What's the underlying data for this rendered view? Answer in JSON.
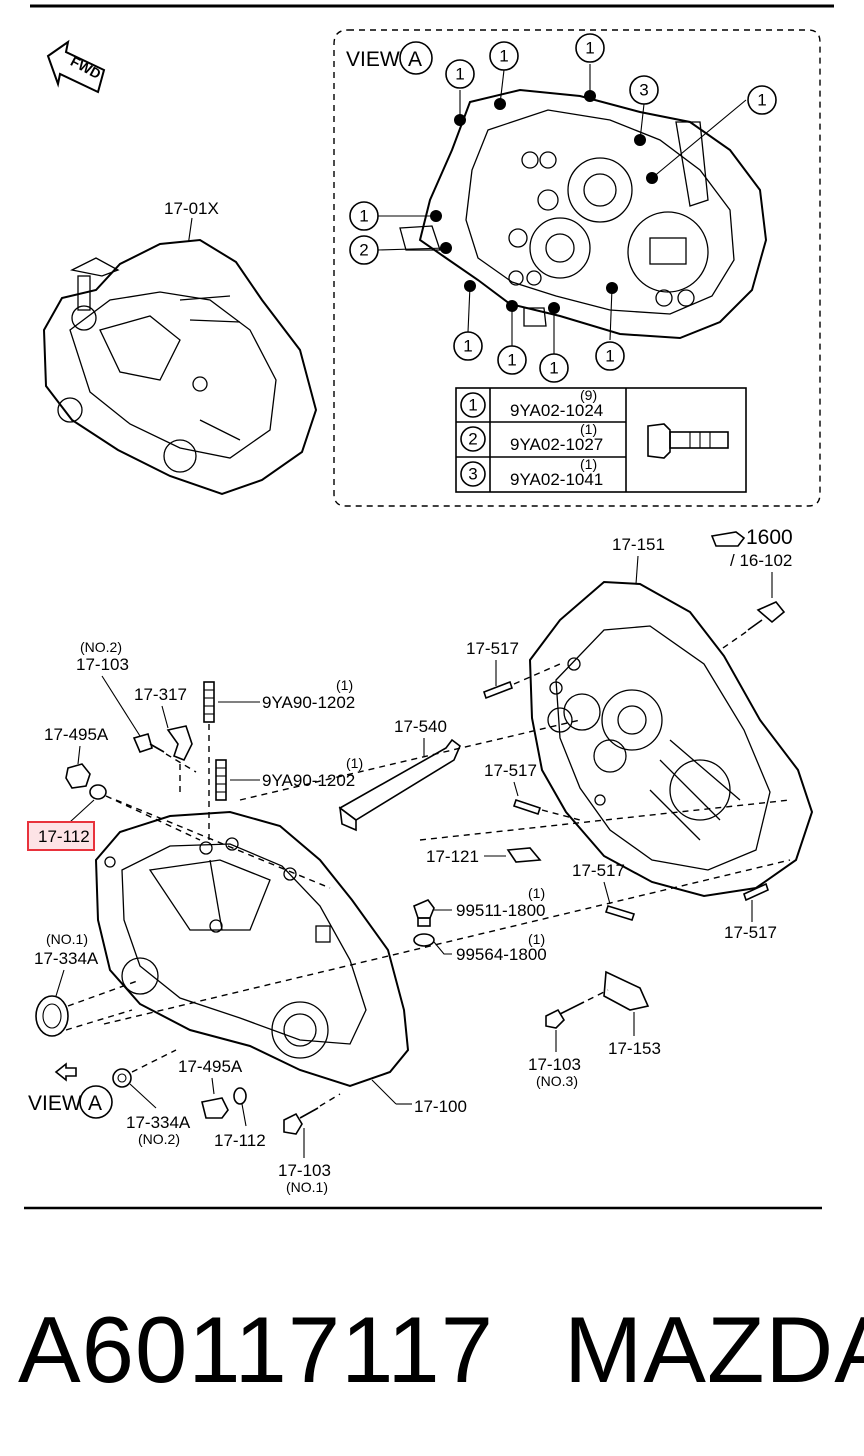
{
  "labels": {
    "fwd": "FWD",
    "view_a_top": "VIEW",
    "view_a_bottom": "VIEW",
    "view_letter": "A",
    "assy_top": "17-01X",
    "ref_1600": "1600",
    "ref_16_102": "/ 16-102",
    "p_17_151": "17-151",
    "p_17_517_a": "17-517",
    "p_17_517_b": "17-517",
    "p_17_517_c": "17-517",
    "p_17_517_d": "17-517",
    "p_17_540": "17-540",
    "p_17_121": "17-121",
    "p_99511": "99511-1800",
    "p_99511_qty": "(1)",
    "p_99564": "99564-1800",
    "p_99564_qty": "(1)",
    "p_17_103_no2": "(NO.2)",
    "p_17_103_a": "17-103",
    "p_17_317": "17-317",
    "p_9ya90_a": "9YA90-1202",
    "p_9ya90_a_qty": "(1)",
    "p_9ya90_b": "9YA90-1202",
    "p_9ya90_b_qty": "(1)",
    "p_17_495a_a": "17-495A",
    "p_17_112_a": "17-112",
    "p_17_334a_no1": "(NO.1)",
    "p_17_334a_a": "17-334A",
    "p_17_334a_b": "17-334A",
    "p_17_334a_no2": "(NO.2)",
    "p_17_495a_b": "17-495A",
    "p_17_112_b": "17-112",
    "p_17_100": "17-100",
    "p_17_103_b": "17-103",
    "p_17_103_no1": "(NO.1)",
    "p_17_103_c": "17-103",
    "p_17_103_no3": "(NO.3)",
    "p_17_153": "17-153"
  },
  "callouts": {
    "one": "1",
    "two": "2",
    "three": "3"
  },
  "bolt_table": {
    "rows": [
      {
        "key": "1",
        "part": "9YA02-1024",
        "qty": "(9)"
      },
      {
        "key": "2",
        "part": "9YA02-1027",
        "qty": "(1)"
      },
      {
        "key": "3",
        "part": "9YA02-1041",
        "qty": "(1)"
      }
    ]
  },
  "highlight_color": "#e8323c",
  "footer": {
    "part_number": "A60117117",
    "brand": "MAZDA"
  }
}
